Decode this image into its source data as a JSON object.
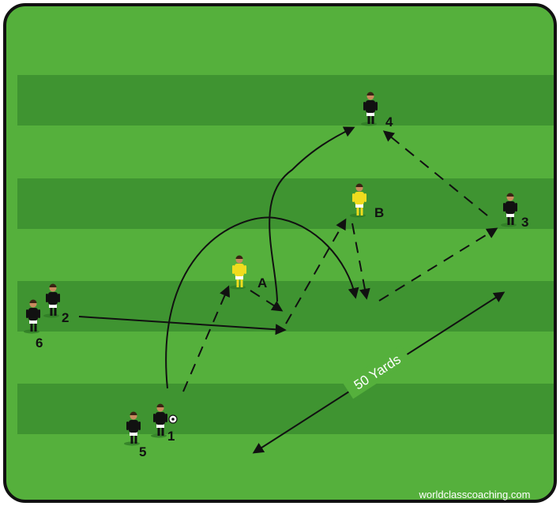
{
  "colors": {
    "grass_light": "#55b03c",
    "grass_dark": "#3f9431",
    "frame": "#111111",
    "player_black": "#111111",
    "player_yellow": "#f0dc1e",
    "line": "#111111"
  },
  "players": [
    {
      "id": "p1",
      "label": "1",
      "team": "black"
    },
    {
      "id": "p5",
      "label": "5",
      "team": "black"
    },
    {
      "id": "p2",
      "label": "2",
      "team": "black"
    },
    {
      "id": "p6",
      "label": "6",
      "team": "black"
    },
    {
      "id": "p4",
      "label": "4",
      "team": "black"
    },
    {
      "id": "p3",
      "label": "3",
      "team": "black"
    },
    {
      "id": "pA",
      "label": "A",
      "team": "yellow"
    },
    {
      "id": "pB",
      "label": "B",
      "team": "yellow"
    }
  ],
  "distance_label": "50 Yards",
  "watermark": "worldclasscoaching.com",
  "ball_icon": "soccer-ball-icon"
}
